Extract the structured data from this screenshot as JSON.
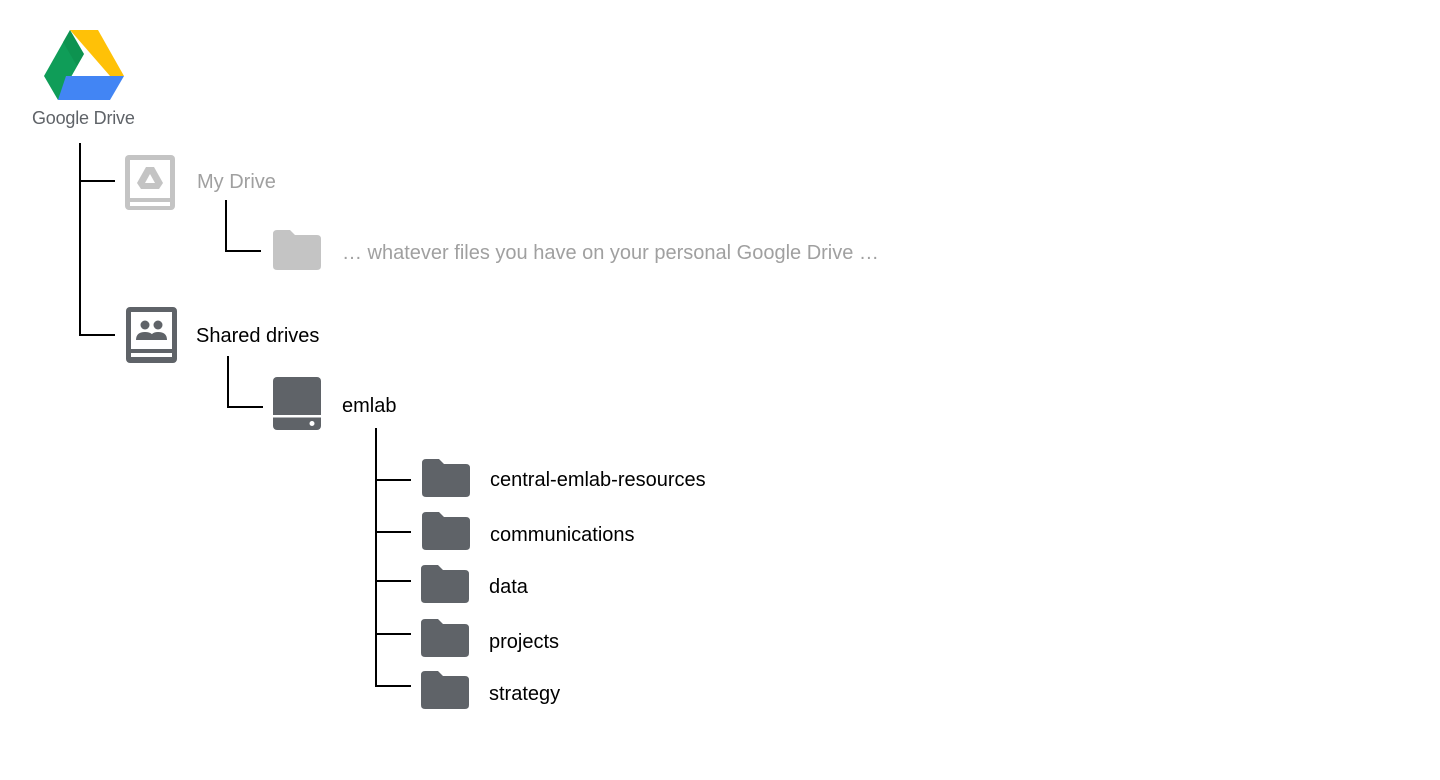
{
  "brand": {
    "logo_text": "Google Drive",
    "logo_colors": {
      "green": "#0F9D58",
      "yellow": "#FFC107",
      "blue": "#4285F4",
      "dark_blue": "#1A73E8"
    }
  },
  "colors": {
    "connector": "#000000",
    "icon_dark": "#5f6368",
    "icon_muted": "#c4c4c4",
    "text_muted": "#a0a0a0"
  },
  "tree": {
    "my_drive": {
      "label": "My Drive",
      "icon": "my-drive-icon",
      "placeholder": "… whatever files you have on your personal Google Drive …"
    },
    "shared_drives": {
      "label": "Shared drives",
      "icon": "shared-drives-icon",
      "drive": {
        "label": "emlab",
        "icon": "drive-icon",
        "folders": [
          {
            "label": "central-emlab-resources",
            "icon": "folder-icon"
          },
          {
            "label": "communications",
            "icon": "folder-icon"
          },
          {
            "label": "data",
            "icon": "folder-icon"
          },
          {
            "label": "projects",
            "icon": "folder-icon"
          },
          {
            "label": "strategy",
            "icon": "folder-icon"
          }
        ]
      }
    }
  }
}
